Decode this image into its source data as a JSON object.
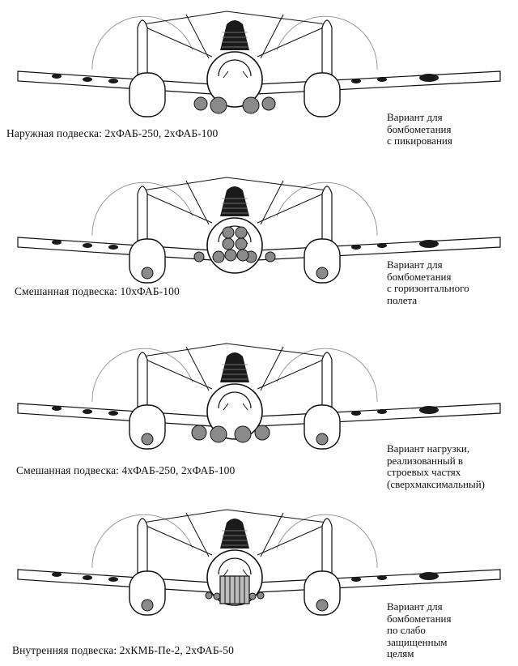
{
  "variants": [
    {
      "caption": "Наружная подвеска: 2хФАБ-250, 2хФАБ-100",
      "note": "Вариант для\nбомбометания\nс пикирования"
    },
    {
      "caption": "Смешанная подвеска: 10хФАБ-100",
      "note": "Вариант для\nбомбометания\nс горизонтального\nполета"
    },
    {
      "caption": "Смешанная подвеска: 4хФАБ-250, 2хФАБ-100",
      "note": "Вариант нагрузки,\nреализованный в\nстроевых частях\n(сверхмаксимальный)"
    },
    {
      "caption": "Внутренняя подвеска: 2хКМБ-Пе-2, 2хФАБ-50",
      "note": "Вариант для\nбомбометания\nпо слабо\nзащищенным\nцелям"
    }
  ],
  "colors": {
    "line": "#111111",
    "bomb": "#8a8a8a",
    "prop_arc": "#9a9a9a",
    "dark": "#1a1a1a"
  }
}
